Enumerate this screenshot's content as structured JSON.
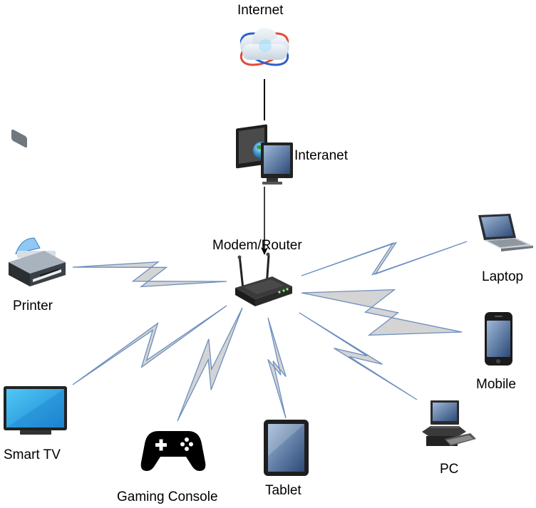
{
  "diagram": {
    "nodes": {
      "internet": {
        "label": "Internet",
        "icon": "cloud-globe-icon"
      },
      "intranet": {
        "label": "Interanet",
        "icon": "computer-monitor-icon"
      },
      "router": {
        "label": "Modem/Router",
        "icon": "wifi-router-icon"
      },
      "printer": {
        "label": "Printer",
        "icon": "printer-icon"
      },
      "laptop": {
        "label": "Laptop",
        "icon": "laptop-icon"
      },
      "mobile": {
        "label": "Mobile",
        "icon": "smartphone-icon"
      },
      "smart_tv": {
        "label": "Smart TV",
        "icon": "tv-icon"
      },
      "gaming_console": {
        "label": "Gaming Console",
        "icon": "gamepad-icon"
      },
      "tablet": {
        "label": "Tablet",
        "icon": "tablet-icon"
      },
      "pc": {
        "label": "PC",
        "icon": "desktop-pc-icon"
      }
    },
    "edges": [
      {
        "from": "internet",
        "to": "intranet",
        "kind": "wired"
      },
      {
        "from": "intranet",
        "to": "router",
        "kind": "wired-arrow"
      },
      {
        "from": "router",
        "to": "printer",
        "kind": "wireless"
      },
      {
        "from": "router",
        "to": "laptop",
        "kind": "wireless"
      },
      {
        "from": "router",
        "to": "mobile",
        "kind": "wireless"
      },
      {
        "from": "router",
        "to": "smart_tv",
        "kind": "wireless"
      },
      {
        "from": "router",
        "to": "gaming_console",
        "kind": "wireless"
      },
      {
        "from": "router",
        "to": "tablet",
        "kind": "wireless"
      },
      {
        "from": "router",
        "to": "pc",
        "kind": "wireless"
      }
    ],
    "colors": {
      "wireless_fill": "#d4d4d4",
      "wireless_stroke": "#6c8ebf",
      "wired_stroke": "#000000",
      "label_text": "#000000"
    }
  }
}
